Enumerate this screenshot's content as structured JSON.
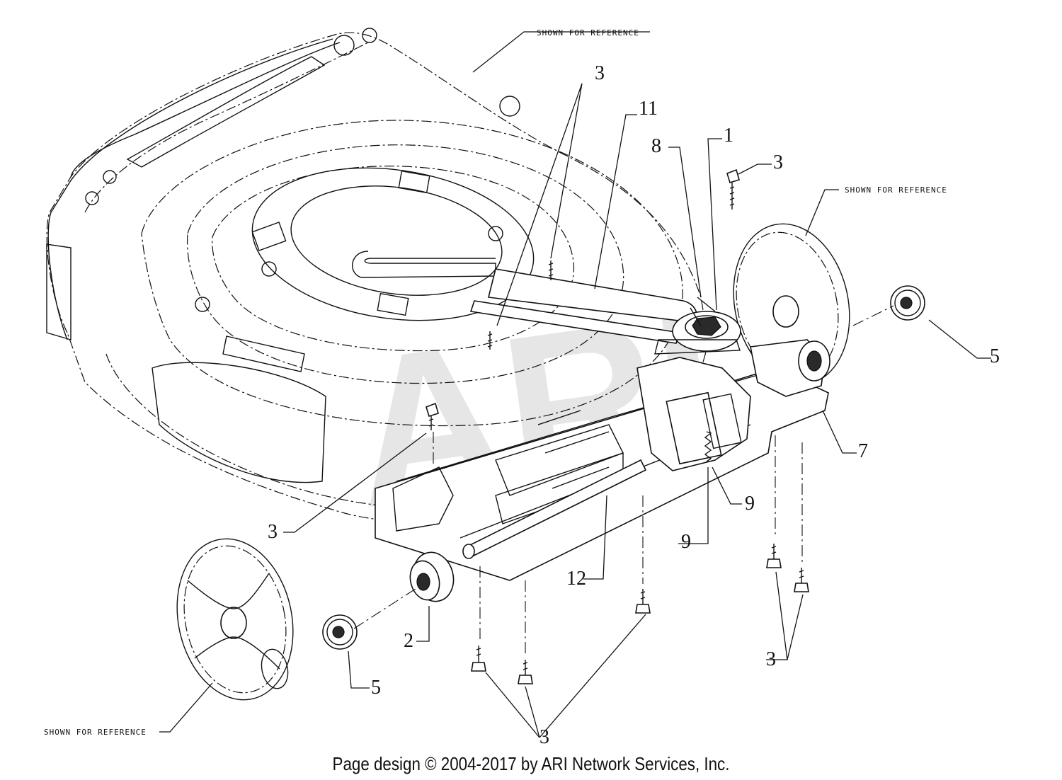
{
  "diagram": {
    "watermark": "ARI",
    "reference_notes": [
      "SHOWN FOR REFERENCE",
      "SHOWN FOR REFERENCE",
      "SHOWN FOR REFERENCE"
    ],
    "callouts": [
      "3",
      "11",
      "8",
      "1",
      "3",
      "5",
      "7",
      "9",
      "9",
      "12",
      "3",
      "2",
      "5",
      "3",
      "3"
    ]
  },
  "footer": {
    "copyright": "Page design © 2004-2017 by ARI Network Services, Inc."
  }
}
